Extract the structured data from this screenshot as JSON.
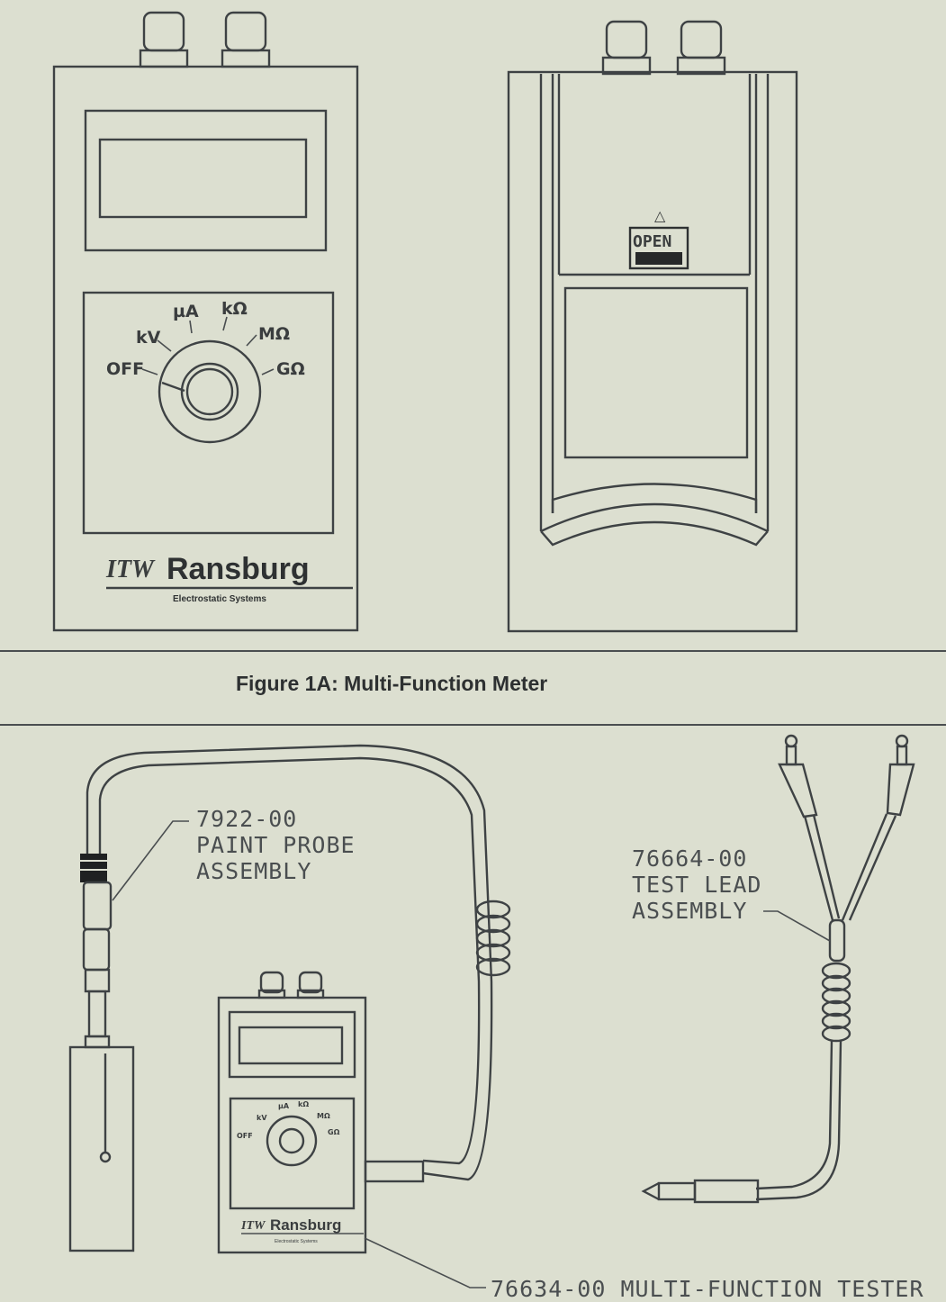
{
  "figure_1a": {
    "caption": "Figure 1A: Multi-Function Meter",
    "front_meter": {
      "dial_labels": [
        "OFF",
        "kV",
        "µA",
        "kΩ",
        "MΩ",
        "GΩ"
      ],
      "logo_brand_mark": "ITW",
      "logo_text": "Ransburg",
      "logo_subtext": "Electrostatic Systems"
    },
    "back_meter": {
      "battery_door_arrow": "△",
      "battery_door_label": "OPEN"
    }
  },
  "figure_1b": {
    "paint_probe": {
      "part_number": "7922-00",
      "line1": "PAINT PROBE",
      "line2": "ASSEMBLY"
    },
    "test_lead": {
      "part_number": "76664-00",
      "line1": "TEST LEAD",
      "line2": "ASSEMBLY"
    },
    "tester": {
      "label": "76634-00 MULTI-FUNCTION TESTER",
      "dial_labels": [
        "OFF",
        "kV",
        "µA",
        "kΩ",
        "MΩ",
        "GΩ"
      ],
      "logo_brand_mark": "ITW",
      "logo_text": "Ransburg",
      "logo_subtext": "Electrostatic Systems"
    }
  }
}
